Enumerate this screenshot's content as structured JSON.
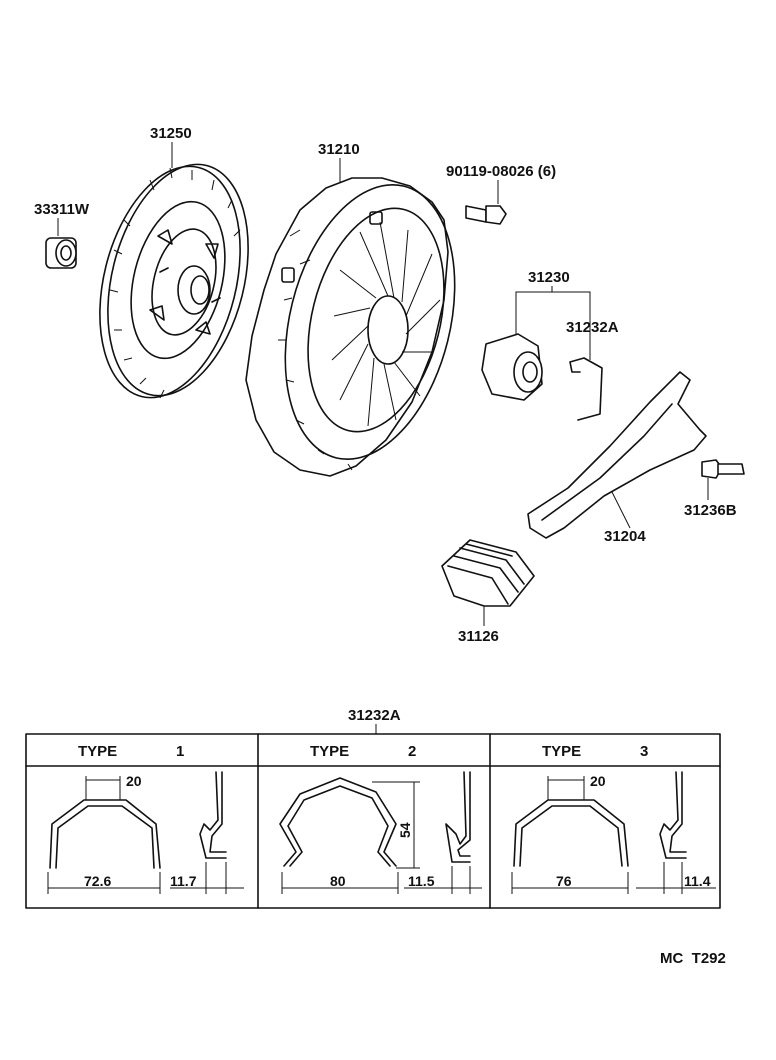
{
  "parts": {
    "p33311w": "33311W",
    "p31250": "31250",
    "p31210": "31210",
    "p90119": "90119-08026 (6)",
    "p31230": "31230",
    "p31232a": "31232A",
    "p31236b": "31236B",
    "p31204": "31204",
    "p31126": "31126"
  },
  "table": {
    "title": "31232A",
    "types": [
      {
        "label": "TYPE",
        "number": "1",
        "dims": [
          "20",
          "72.6",
          "11.7"
        ]
      },
      {
        "label": "TYPE",
        "number": "2",
        "dims": [
          "54",
          "80",
          "11.5"
        ]
      },
      {
        "label": "TYPE",
        "number": "3",
        "dims": [
          "20",
          "76",
          "11.4"
        ]
      }
    ]
  },
  "footer_code": "MC  T292"
}
